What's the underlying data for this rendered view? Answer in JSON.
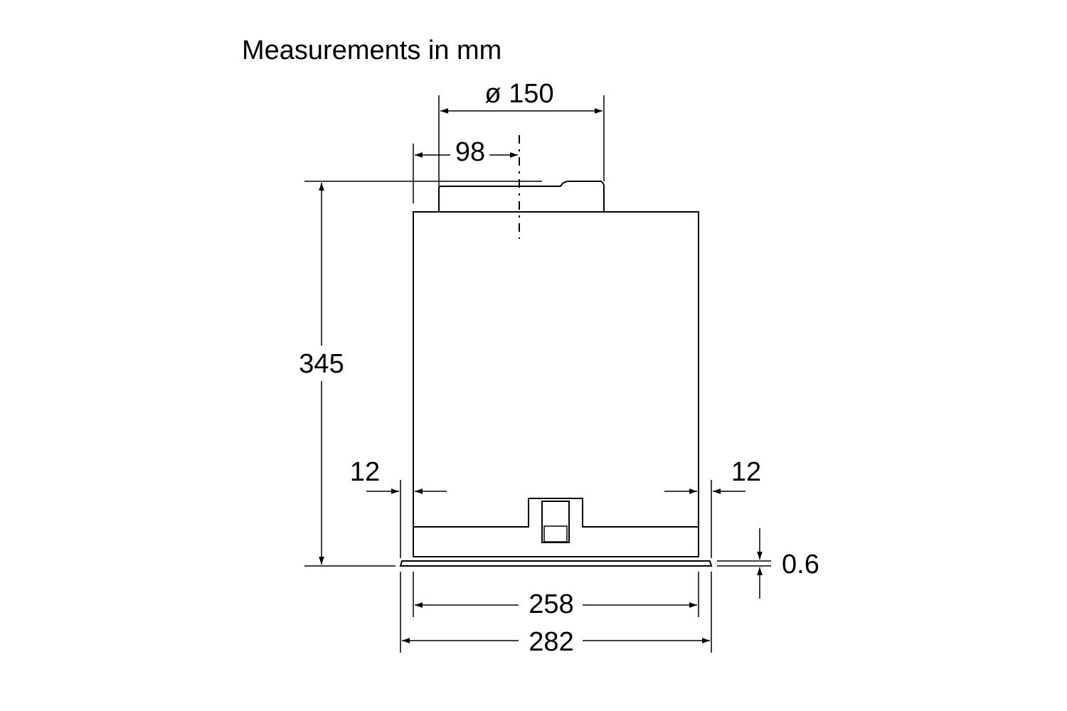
{
  "title": "Measurements in mm",
  "dimensions": {
    "duct_diameter": "ø 150",
    "duct_offset": "98",
    "height": "345",
    "inset_left": "12",
    "inset_right": "12",
    "panel_thickness": "0.6",
    "inner_width": "258",
    "outer_width": "282"
  },
  "colors": {
    "line": "#000000",
    "background": "#ffffff"
  }
}
